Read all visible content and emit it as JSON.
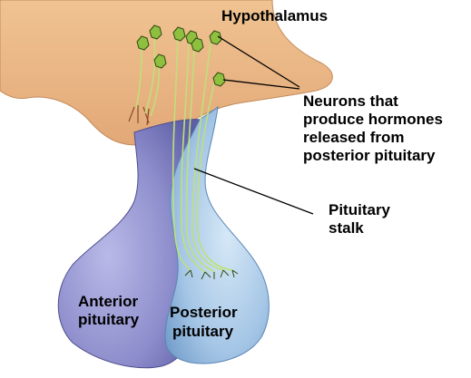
{
  "labels": {
    "hypothalamus": "Hypothalamus",
    "neurons_line1": "Neurons that",
    "neurons_line2": "produce hormones",
    "neurons_line3": "released from",
    "neurons_line4": "posterior pituitary",
    "stalk_line1": "Pituitary",
    "stalk_line2": "stalk",
    "anterior_line1": "Anterior",
    "anterior_line2": "pituitary",
    "posterior_line1": "Posterior",
    "posterior_line2": "pituitary"
  },
  "colors": {
    "hypothalamus_tissue": "#ebb987",
    "anterior_lobe": "#8f8fcf",
    "posterior_lobe": "#a9c9e9",
    "neuron_fiber": "#bfe07a",
    "neuron_body": "#8fbf3f",
    "leader_line": "#000000"
  }
}
